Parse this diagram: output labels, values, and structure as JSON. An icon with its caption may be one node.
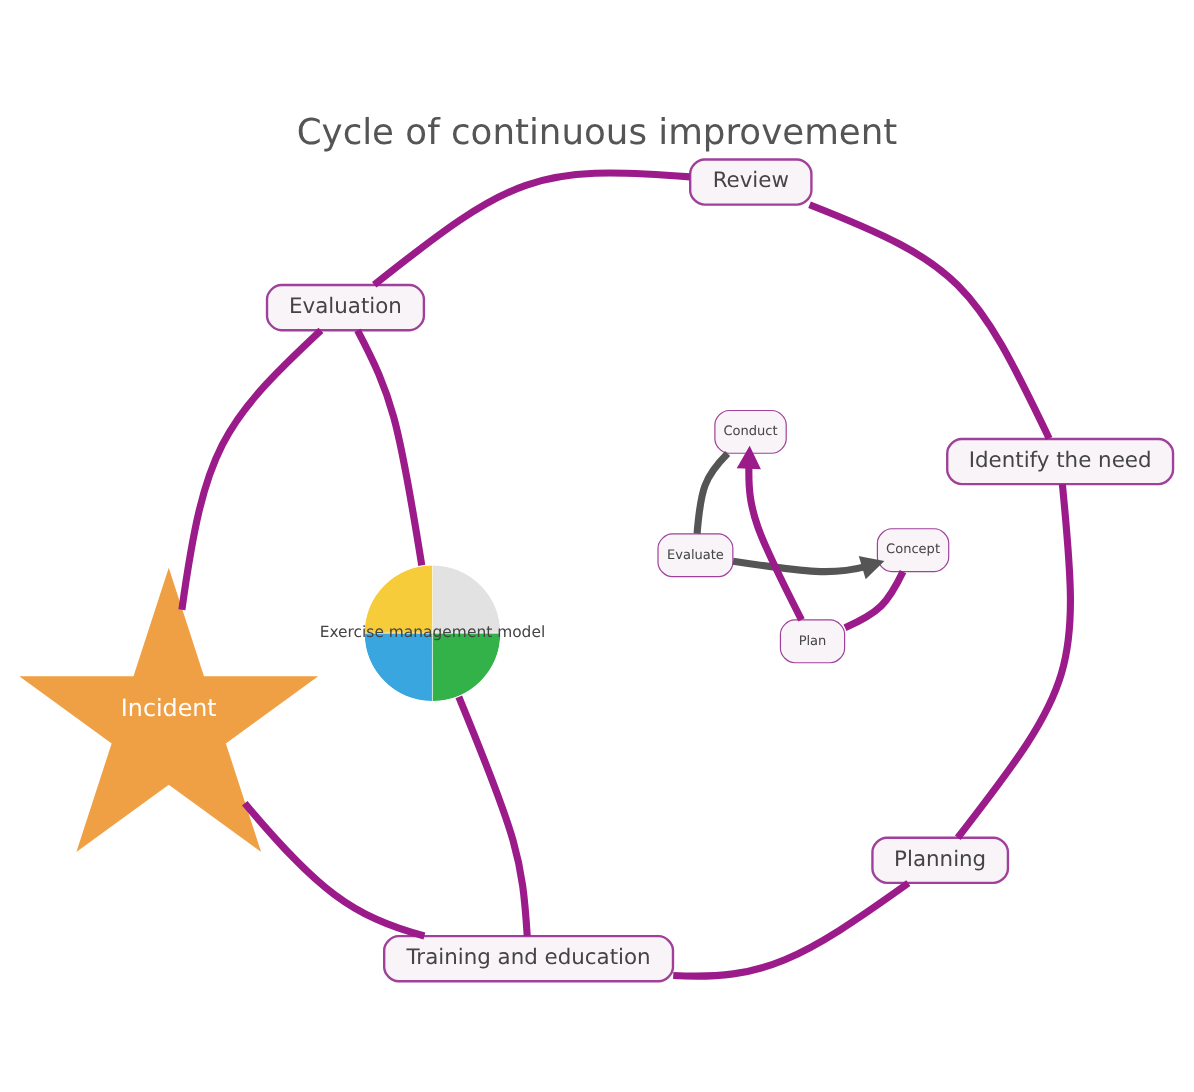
{
  "diagram": {
    "title": "Cycle of continuous improvement",
    "nodes": [
      {
        "text": [
          "Identify the need"
        ]
      },
      {
        "text": [
          "Planning"
        ]
      },
      {
        "text": [
          "Training and education"
        ]
      },
      {
        "text": [
          "Evaluation"
        ]
      },
      {
        "text": [
          "Review"
        ]
      },
      {
        "text": [
          "Exercise management model"
        ]
      },
      {
        "text": [
          "Evaluate"
        ]
      },
      {
        "text": [
          "Concept"
        ]
      },
      {
        "text": [
          "Plan"
        ]
      },
      {
        "text": [
          "Conduct"
        ]
      },
      {
        "text": [
          "Incident"
        ]
      }
    ],
    "edges": [
      {
        "from": 0,
        "to": 1,
        "arrow": "none"
      },
      {
        "from": 1,
        "to": 2,
        "arrow": "none"
      },
      {
        "from": 2,
        "to": 10,
        "arrow": "none"
      },
      {
        "from": 10,
        "to": 3,
        "arrow": "none"
      },
      {
        "from": 3,
        "to": 4,
        "arrow": "none"
      },
      {
        "from": 4,
        "to": 0,
        "arrow": "none"
      },
      {
        "from": 3,
        "to": 5,
        "arrow": "none"
      },
      {
        "from": 5,
        "to": 2,
        "arrow": "none"
      },
      {
        "from": 7,
        "to": 8,
        "arrow": "none"
      },
      {
        "from": 8,
        "to": 9,
        "arrow": "to"
      },
      {
        "from": 9,
        "to": 6,
        "arrow": "none",
        "color": "#555555"
      },
      {
        "from": 6,
        "to": 7,
        "arrow": "to",
        "color": "#555555"
      }
    ]
  }
}
